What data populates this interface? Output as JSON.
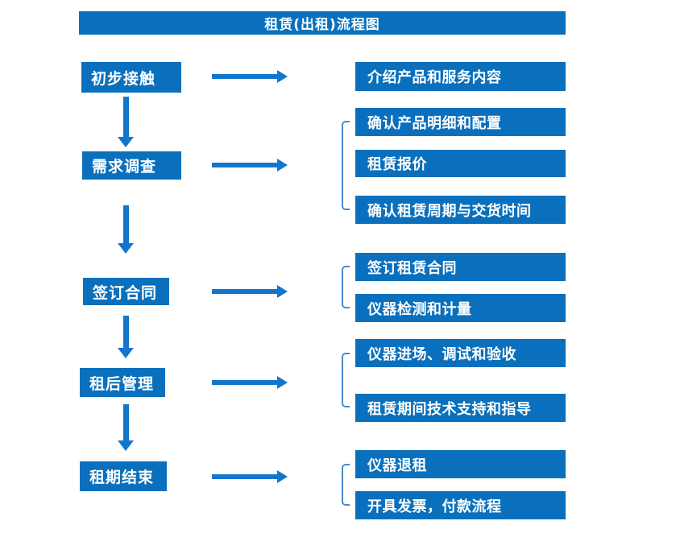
{
  "title": "租赁(出租)流程图",
  "colors": {
    "box": "#0a70bd",
    "arrow": "#1276cd",
    "bracket": "#4a89ca",
    "text": "#ffffff",
    "bg": "#ffffff"
  },
  "stages": [
    {
      "label": "初步接触",
      "outputs": [
        "介绍产品和服务内容"
      ]
    },
    {
      "label": "需求调查",
      "outputs": [
        "确认产品明细和配置",
        "租赁报价",
        "确认租赁周期与交货时间"
      ]
    },
    {
      "label": "签订合同",
      "outputs": [
        "签订租赁合同",
        "仪器检测和计量"
      ]
    },
    {
      "label": "租后管理",
      "outputs": [
        "仪器进场、调试和验收",
        "租赁期间技术支持和指导"
      ]
    },
    {
      "label": "租期结束",
      "outputs": [
        "仪器退租",
        "开具发票，付款流程"
      ]
    }
  ]
}
